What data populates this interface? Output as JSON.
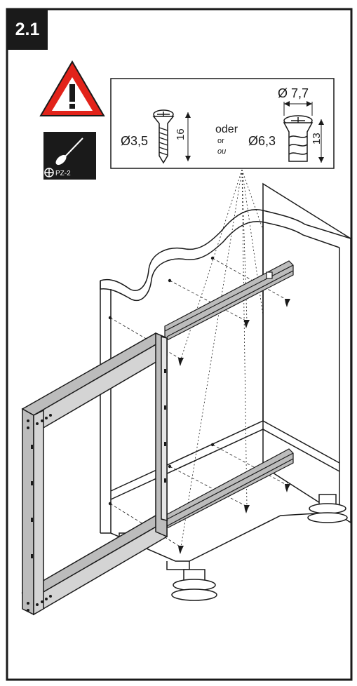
{
  "step": {
    "number": "2.1"
  },
  "tool": {
    "bit": "PZ-2"
  },
  "screw_spec": {
    "screw_diameter": "Ø3,5",
    "screw_length": "16",
    "conjunction_de": "oder",
    "conjunction_en": "or",
    "conjunction_fr": "ou",
    "dowel_head_diameter": "Ø 7,7",
    "dowel_diameter": "Ø6,3",
    "dowel_length": "13"
  },
  "icons": {
    "warning": "warning-triangle-icon",
    "tool": "screwdriver-icon"
  },
  "colors": {
    "warning_red": "#e2231a",
    "badge_black": "#1a1a1a",
    "rail_grey": "#bcbcbc"
  }
}
